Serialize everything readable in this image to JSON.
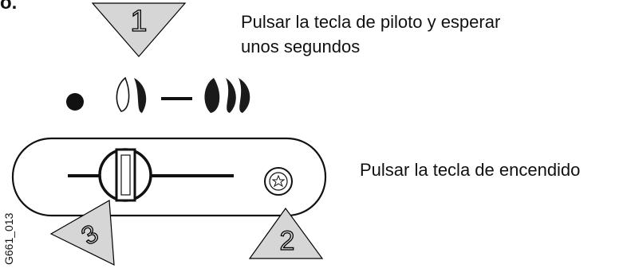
{
  "heading": "o.",
  "step1_text_line1": "Pulsar la tecla de piloto y esperar",
  "step1_text_line2": "unos segundos",
  "step2_text": "Pulsar la tecla de encendido",
  "step_numbers": {
    "one": "1",
    "two": "2",
    "three": "3"
  },
  "figure_id": "G661_013",
  "colors": {
    "triangle_fill": "#d6d6d6",
    "ink": "#000000",
    "flame_dark": "#1a1a1a"
  },
  "icons": [
    "pilot-dot-icon",
    "pilot-flame-icon",
    "full-flame-icon",
    "ignition-star-icon",
    "control-knob"
  ]
}
